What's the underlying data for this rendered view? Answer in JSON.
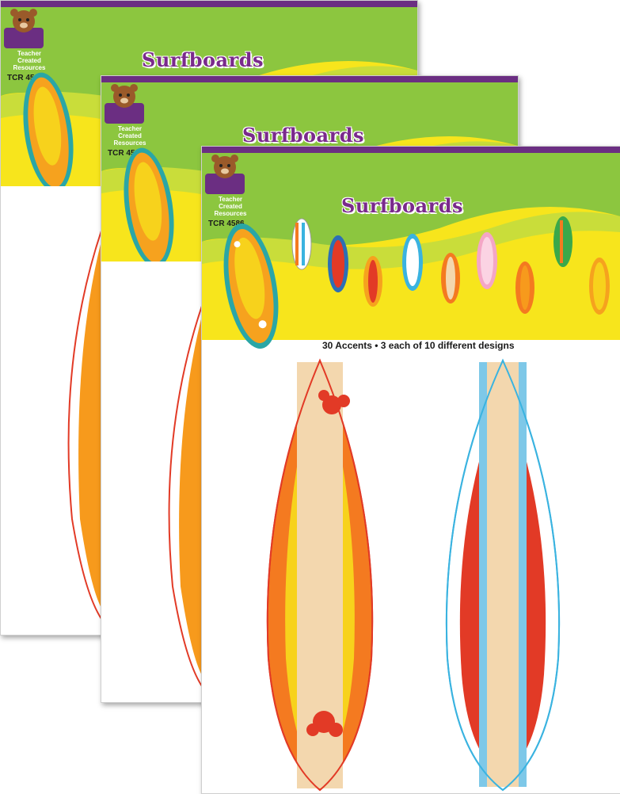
{
  "product": {
    "title": "Surfboards",
    "code": "TCR 4586",
    "brand": "Teacher Created Resources",
    "brand_lines": [
      "Teacher",
      "Created",
      "Resources"
    ],
    "description": "30 Accents • 3 each of 10 different designs"
  },
  "colors": {
    "purple_band": "#6b2e82",
    "title_purple": "#7a2a8c",
    "header_green": "#8cc63f",
    "header_yellow": "#f7e51c",
    "orange": "#f47a20",
    "red": "#e23a26",
    "wood": "#f3d7ae",
    "blue_outline": "#3ab3e0"
  },
  "packs": [
    {
      "name": "back-pack"
    },
    {
      "name": "middle-pack"
    },
    {
      "name": "front-pack"
    }
  ]
}
